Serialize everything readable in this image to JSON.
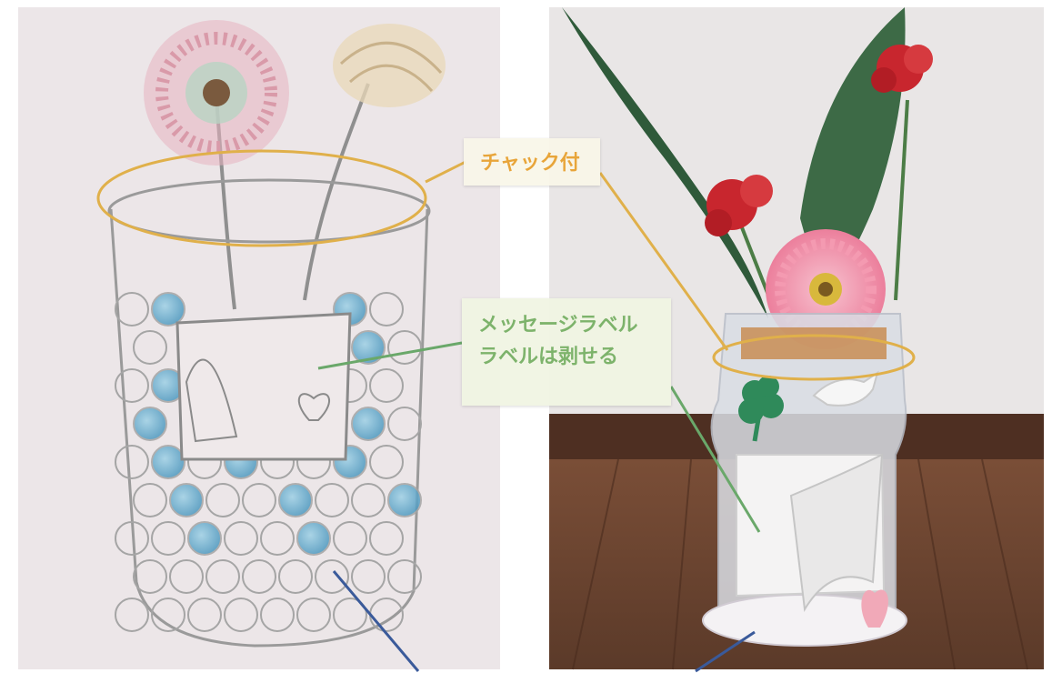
{
  "labels": {
    "zipper": "チャック付",
    "message_line1": "メッセージラベル",
    "message_line2": "ラベルは剥せる"
  },
  "colors": {
    "zipper_label_text": "#e8a53a",
    "message_label_text": "#7db36b",
    "zipper_ring": "#e0b04a",
    "message_leader": "#6aa86a",
    "bottom_leader": "#3a5a9a",
    "sketch_paper": "#ece6e8",
    "wall": "#e9e6e6",
    "floor": "#6b4431"
  },
  "panels": {
    "left": "pencil-sketch-vase",
    "right": "photo-pouch-vase"
  }
}
